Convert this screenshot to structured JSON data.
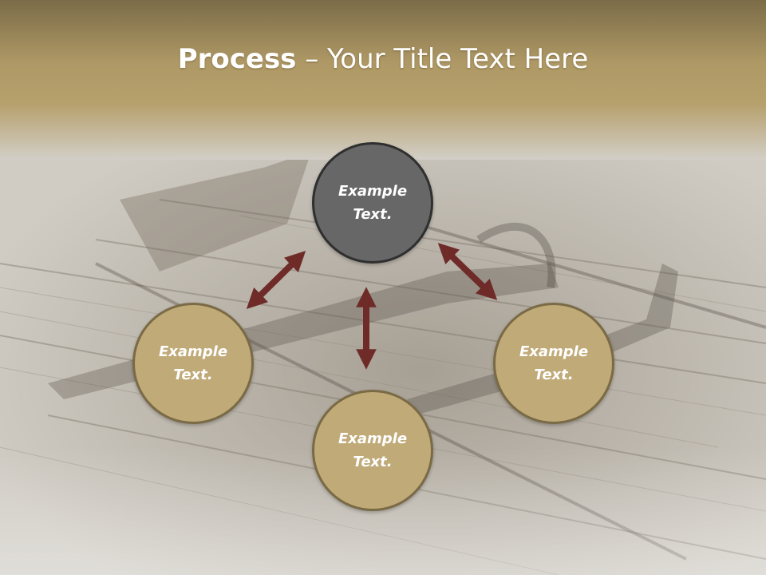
{
  "slide": {
    "title_bold": "Process",
    "title_rest": " – Your Title Text Here"
  },
  "colors": {
    "header_top": "#7e6e4a",
    "header_bottom": "#b39d6a",
    "background": "#d2cec6",
    "node_fill": "#c0aa78",
    "node_border": "#7a6a45",
    "center_fill": "#676767",
    "center_border": "#2f2f2f",
    "arrow": "#6e2b28"
  },
  "diagram": {
    "nodes": [
      {
        "id": "top",
        "text": "Example\nText."
      },
      {
        "id": "left",
        "text": "Example\nText."
      },
      {
        "id": "right",
        "text": "Example\nText."
      },
      {
        "id": "bottom",
        "text": "Example\nText."
      }
    ],
    "arrows": [
      {
        "between": [
          "top",
          "left"
        ],
        "type": "double-headed"
      },
      {
        "between": [
          "top",
          "right"
        ],
        "type": "double-headed"
      },
      {
        "between": [
          "top",
          "bottom"
        ],
        "type": "double-headed"
      }
    ]
  }
}
